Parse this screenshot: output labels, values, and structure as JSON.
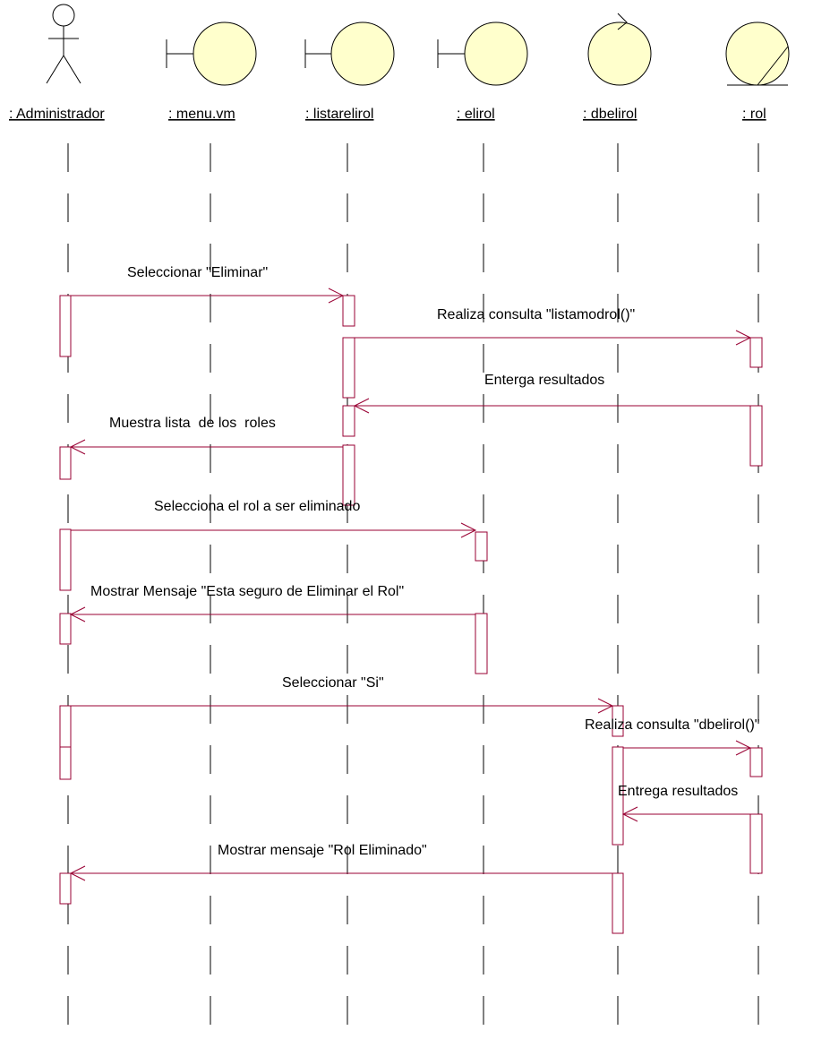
{
  "colors": {
    "object_fill": "#ffffcc",
    "message": "#990033",
    "line": "#000000"
  },
  "participants": [
    {
      "id": "admin",
      "label": ": Administrador",
      "kind": "actor"
    },
    {
      "id": "menu",
      "label": ": menu.vm",
      "kind": "boundary"
    },
    {
      "id": "listar",
      "label": ": listarelirol",
      "kind": "boundary"
    },
    {
      "id": "elirol",
      "label": ": elirol",
      "kind": "boundary"
    },
    {
      "id": "dbelirol",
      "label": ": dbelirol",
      "kind": "control"
    },
    {
      "id": "rol",
      "label": ": rol",
      "kind": "entity"
    }
  ],
  "messages": [
    {
      "from": "admin",
      "to": "listar",
      "label": "Seleccionar \"Eliminar\""
    },
    {
      "from": "listar",
      "to": "rol",
      "label": "Realiza consulta \"listamodrol()\""
    },
    {
      "from": "rol",
      "to": "listar",
      "label": "Enterga resultados"
    },
    {
      "from": "listar",
      "to": "admin",
      "label": "Muestra lista  de los  roles"
    },
    {
      "from": "admin",
      "to": "elirol",
      "label": "Selecciona el rol a ser eliminado"
    },
    {
      "from": "elirol",
      "to": "admin",
      "label": "Mostrar Mensaje \"Esta seguro de Eliminar el Rol\""
    },
    {
      "from": "admin",
      "to": "dbelirol",
      "label": "Seleccionar \"Si\""
    },
    {
      "from": "dbelirol",
      "to": "rol",
      "label": "Realiza consulta \"dbelirol()\""
    },
    {
      "from": "rol",
      "to": "dbelirol",
      "label": "Entrega resultados"
    },
    {
      "from": "dbelirol",
      "to": "admin",
      "label": "Mostrar mensaje \"Rol Eliminado\""
    }
  ]
}
